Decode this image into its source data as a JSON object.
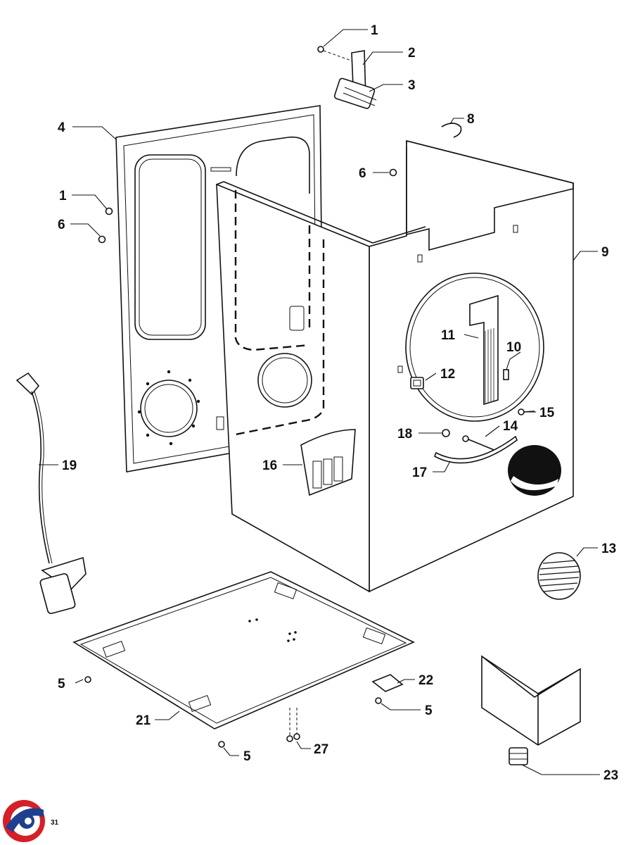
{
  "callouts": [
    {
      "id": "c1a",
      "label": "1"
    },
    {
      "id": "c2",
      "label": "2"
    },
    {
      "id": "c3",
      "label": "3"
    },
    {
      "id": "c4",
      "label": "4"
    },
    {
      "id": "c1b",
      "label": "1"
    },
    {
      "id": "c6a",
      "label": "6"
    },
    {
      "id": "c8",
      "label": "8"
    },
    {
      "id": "c6b",
      "label": "6"
    },
    {
      "id": "c9",
      "label": "9"
    },
    {
      "id": "c11",
      "label": "11"
    },
    {
      "id": "c10",
      "label": "10"
    },
    {
      "id": "c12",
      "label": "12"
    },
    {
      "id": "c15",
      "label": "15"
    },
    {
      "id": "c18",
      "label": "18"
    },
    {
      "id": "c14",
      "label": "14"
    },
    {
      "id": "c19",
      "label": "19"
    },
    {
      "id": "c16",
      "label": "16"
    },
    {
      "id": "c17",
      "label": "17"
    },
    {
      "id": "c13",
      "label": "13"
    },
    {
      "id": "c22",
      "label": "22"
    },
    {
      "id": "c5a",
      "label": "5"
    },
    {
      "id": "c5b",
      "label": "5"
    },
    {
      "id": "c21",
      "label": "21"
    },
    {
      "id": "c5c",
      "label": "5"
    },
    {
      "id": "c27",
      "label": "27"
    },
    {
      "id": "c23",
      "label": "23"
    }
  ],
  "page_number": "31",
  "logo": {
    "colors": {
      "red": "#d42027",
      "blue": "#1f3f8f"
    }
  }
}
